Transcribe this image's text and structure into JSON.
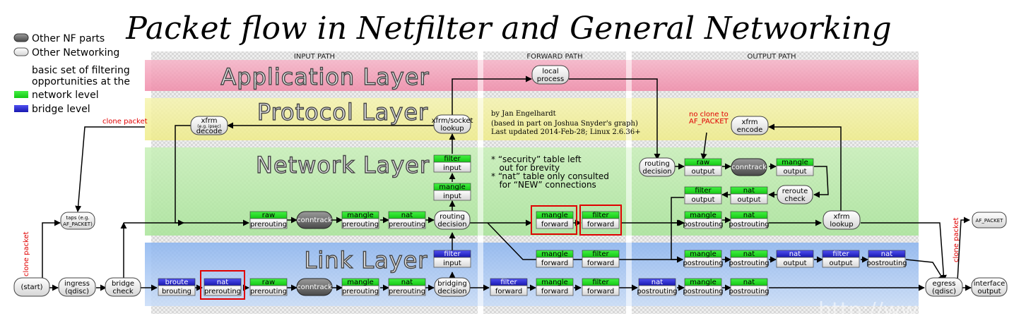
{
  "title": "Packet flow in Netfilter and General Networking",
  "legend": [
    {
      "kind": "nf",
      "label": "Other NF parts"
    },
    {
      "kind": "net",
      "label": "Other Networking"
    },
    {
      "kind": "text",
      "label": "basic set of filtering"
    },
    {
      "kind": "text",
      "label": "opportunities at the"
    },
    {
      "kind": "green",
      "label": "network level"
    },
    {
      "kind": "blue",
      "label": "bridge level"
    }
  ],
  "paths": [
    "INPUT PATH",
    "FORWARD PATH",
    "OUTPUT PATH"
  ],
  "layers": [
    "Application Layer",
    "Protocol Layer",
    "Network Layer",
    "Link Layer"
  ],
  "credit": [
    "by Jan Engelhardt",
    "(based in part on Joshua Snyder's graph)",
    "Last updated 2014-Feb-28; Linux 2.6.36+"
  ],
  "notes": [
    "* “security” table left",
    "   out for brevity",
    "* “nat” table only consulted",
    "   for “NEW” connections"
  ],
  "red_labels": {
    "clone_left": "clone packet",
    "clone_vertical_left": "clone packet",
    "clone_vertical_right": "clone packet",
    "no_clone_1": "no clone to",
    "no_clone_2": "AF_PACKET"
  },
  "nodes": {
    "local_process": [
      "local",
      "process"
    ],
    "xfrm_decode": [
      "xfrm",
      "(e.g. ipsec)",
      "decode"
    ],
    "xfrm_socket": [
      "xfrm/socket",
      "lookup"
    ],
    "xfrm_encode": [
      "xfrm",
      "encode"
    ],
    "taps": [
      "taps (e.g.",
      "AF_PACKET)"
    ],
    "af_packet_out": "AF_PACKET",
    "routing_decision_in": [
      "routing",
      "decision"
    ],
    "routing_decision_out": [
      "routing",
      "decision"
    ],
    "reroute_check": [
      "reroute",
      "check"
    ],
    "xfrm_lookup": [
      "xfrm",
      "lookup"
    ],
    "start": "(start)",
    "ingress": [
      "ingress",
      "(qdisc)"
    ],
    "bridge_check": [
      "bridge",
      "check"
    ],
    "bridging_decision": [
      "bridging",
      "decision"
    ],
    "egress": [
      "egress",
      "(qdisc)"
    ],
    "interface_output": [
      "interface",
      "output"
    ],
    "conntrack": "conntrack"
  },
  "chains": {
    "filter_input_net": [
      "filter",
      "input"
    ],
    "mangle_input_net": [
      "mangle",
      "input"
    ],
    "raw_prerouting_net": [
      "raw",
      "prerouting"
    ],
    "mangle_prerouting_net": [
      "mangle",
      "prerouting"
    ],
    "nat_prerouting_net": [
      "nat",
      "prerouting"
    ],
    "mangle_forward_net": [
      "mangle",
      "forward"
    ],
    "filter_forward_net": [
      "filter",
      "forward"
    ],
    "raw_output": [
      "raw",
      "output"
    ],
    "mangle_output": [
      "mangle",
      "output"
    ],
    "filter_output": [
      "filter",
      "output"
    ],
    "nat_output_net": [
      "nat",
      "output"
    ],
    "mangle_postrouting_net": [
      "mangle",
      "postrouting"
    ],
    "nat_postrouting_net": [
      "nat",
      "postrouting"
    ],
    "filter_input_br": [
      "filter",
      "input"
    ],
    "mangle_forward_link": [
      "mangle",
      "forward"
    ],
    "filter_forward_link": [
      "filter",
      "forward"
    ],
    "mangle_postrouting_link": [
      "mangle",
      "postrouting"
    ],
    "nat_postrouting_link": [
      "nat",
      "postrouting"
    ],
    "nat_output_br": [
      "nat",
      "output"
    ],
    "filter_output_br": [
      "filter",
      "output"
    ],
    "nat_postrouting_br": [
      "nat",
      "postrouting"
    ],
    "broute_brouting": [
      "broute",
      "brouting"
    ],
    "nat_prerouting_br": [
      "nat",
      "prerouting"
    ],
    "raw_prerouting_link": [
      "raw",
      "prerouting"
    ],
    "mangle_prerouting_link": [
      "mangle",
      "prerouting"
    ],
    "nat_prerouting_link": [
      "nat",
      "prerouting"
    ],
    "filter_forward_br": [
      "filter",
      "forward"
    ],
    "mangle_forward_l2": [
      "mangle",
      "forward"
    ],
    "filter_forward_l2": [
      "filter",
      "forward"
    ],
    "nat_postrouting_br2": [
      "nat",
      "postrouting"
    ],
    "mangle_postrouting_l2": [
      "mangle",
      "postrouting"
    ],
    "nat_postrouting_l2": [
      "nat",
      "postrouting"
    ]
  },
  "watermark": "http://www.ofe.cn/",
  "colors": {
    "app_layer": "#f4a0b8",
    "protocol_layer": "#f2f0a0",
    "network_layer": "#b8eaa8",
    "link_layer": "#a8c8f4",
    "green_chain": "#22dd22",
    "blue_chain": "#2a2ad0",
    "highlight": "#e00000"
  }
}
